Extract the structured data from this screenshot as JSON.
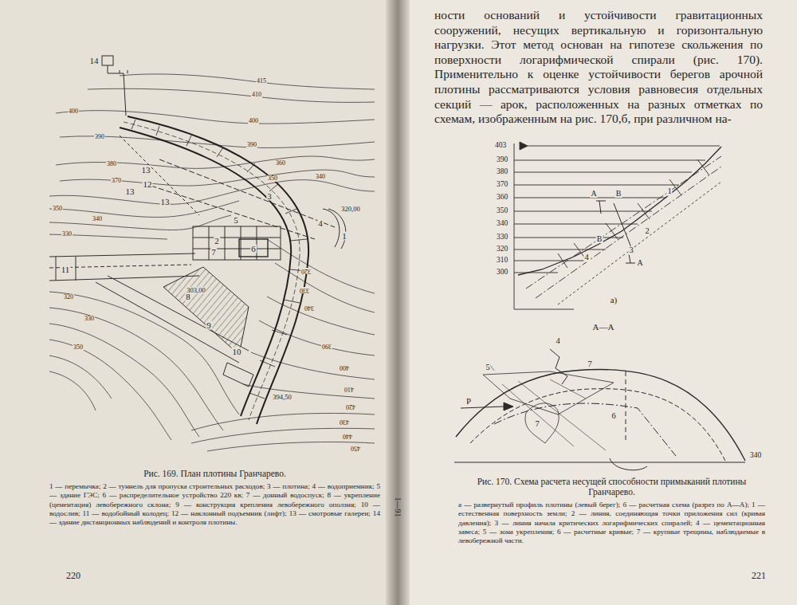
{
  "diagram": {
    "labels": [
      "ности оснований и устойчивости гравитационных сооружений, несущих вертикальную и горизонтальную нагрузки. Этот метод основан на гипотезе скольжения по поверхности логарифмической спирали (рис. 170). Применительно к оценке устойчивости берегов арочной плотины рассматриваются условия равновесия отдельных секций — арок, расположенных на разных отметках по схемам, изображенным на рис. 170,б, при различном на-",
      "Рис. 169. План плотины Гранчарево.",
      "1 — перемычка; 2 — туннель для пропуска строительных расходов; 3 — плотина; 4 — водоприемник; 5 — здание ГЭС; 6 — распределительное устройство 220 кв; 7 — донный водоспуск; 8 — укрепление (цементация) левобережного склона; 9 — конструкция крепления левобережного оползня; 10 — водослив; 11 — водобойный колодец; 12 — наклонный подъемник (лифт); 13 — смотровые галереи; 14 — здание дистанционных наблюдений и контроля плотины.",
      "220",
      "Рис. 170. Схема расчета несущей способности примыканий плотины Гранчарево.",
      "а — развернутый профиль плотины (левый берег); б — расчетная схема (разрез по А—А); 1 — естественная поверхность земли; 2 — линия, соединяющая точки приложения сил (кривая давления); 3 — линия начала критических логарифмических спиралей; 4 — цементационная завеса; 5 — зона укрепления; 6 — расчетные кривые; 7 — крупные трещины, наблюдаемые в левобережной части.",
      "221",
      "1—91",
      "14",
      "13",
      "13",
      "13",
      "12",
      "11",
      "10",
      "9",
      "8",
      "7",
      "6",
      "5",
      "4",
      "3",
      "2",
      "1",
      "303,00",
      "320,00",
      "394,50",
      "415",
      "410",
      "400",
      "390",
      "380",
      "370",
      "360",
      "350",
      "340",
      "400",
      "390",
      "350",
      "340",
      "330",
      "320",
      "350",
      "330",
      "320",
      "330",
      "340",
      "390",
      "400",
      "410",
      "420",
      "430",
      "440",
      "450",
      "403",
      "390",
      "380",
      "370",
      "360",
      "350",
      "340",
      "330",
      "320",
      "310",
      "300",
      "А",
      "В",
      "В",
      "А",
      "1",
      "2",
      "3",
      "4",
      "а)",
      "А—А",
      "4",
      "5",
      "7",
      "7",
      "6",
      "Р",
      "340"
    ]
  }
}
